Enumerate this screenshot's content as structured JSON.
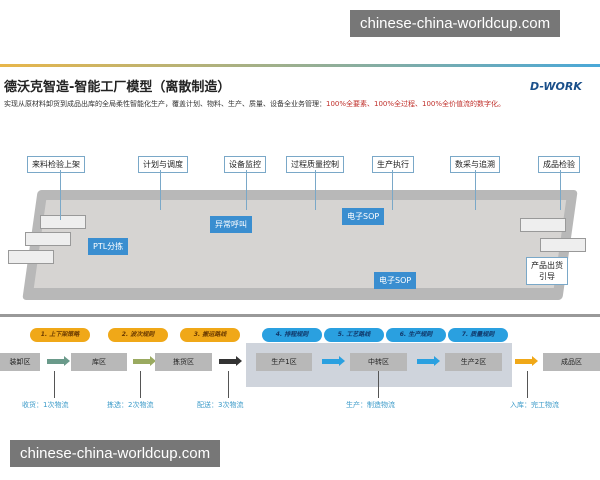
{
  "watermarks": [
    "chinese-china-worldcup.com",
    "chinese-china-worldcup.com"
  ],
  "title": "德沃克智造-智能工厂模型（离散制造）",
  "subtitle": "实现从原材料卸货到成品出库的全局柔性智能化生产，覆盖计划、物料、生产、质量、设备全业务管理：",
  "subtitle_highlight": "100%全要素、100%全过程、100%全价值流的数字化。",
  "logo": "D-WORK",
  "top_labels": [
    "来料检验上架",
    "计划与调度",
    "设备监控",
    "过程质量控制",
    "生产执行",
    "数采与追溯",
    "成品检验"
  ],
  "inner_labels": [
    "异常呼叫",
    "电子SOP",
    "PTL分拣",
    "电子SOP",
    "产品出货引导"
  ],
  "pills": [
    "1. 上下架策略",
    "2. 波次规则",
    "3. 搬运路线",
    "4. 排程规则",
    "5. 工艺路线",
    "6. 生产规则",
    "7. 质量规则"
  ],
  "zones": [
    "装卸区",
    "库区",
    "拣货区",
    "生产1区",
    "中转区",
    "生产2区",
    "成品区"
  ],
  "notes": [
    "收货：1次物流",
    "拣选：2次物流",
    "配送：3次物流",
    "生产：制造物流",
    "入库：完工物流"
  ],
  "colors": {
    "orange": "#f0a818",
    "blue": "#2aa0e0",
    "red": "#c0302b"
  }
}
